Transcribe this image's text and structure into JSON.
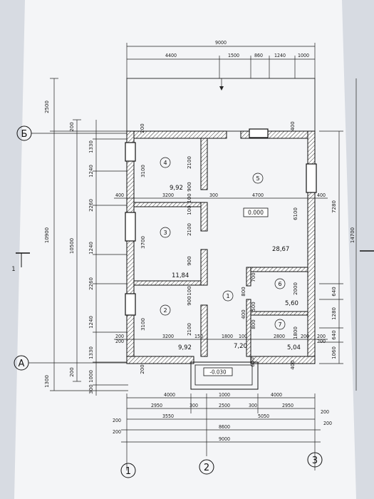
{
  "overall": {
    "top_total": "9000",
    "bottom_total": "9000",
    "left_total": "10900",
    "right_total": "14700"
  },
  "top_dims": {
    "d1": "4400",
    "d2": "1500",
    "d3": "860",
    "d4": "1240",
    "d5": "1000"
  },
  "left_outer": {
    "d1": "2500",
    "d2": "1300"
  },
  "left_mid": {
    "total": "10500",
    "d1": "200",
    "d2": "200"
  },
  "left_inner": {
    "d1": "1330",
    "d2": "1240",
    "d3": "2260",
    "d4": "1240",
    "d5": "2260",
    "d6": "1240",
    "d7": "1330",
    "d8": "1000",
    "d9": "300"
  },
  "right_dims": {
    "total": "7280",
    "d1": "640",
    "d2": "1280",
    "d3": "640",
    "d4": "1060"
  },
  "rooms": {
    "r1": {
      "num": "1",
      "area": "7,20"
    },
    "r2": {
      "num": "2",
      "area": "9,92"
    },
    "r3": {
      "num": "3",
      "area": "11,84"
    },
    "r4": {
      "num": "4",
      "area": "9,92"
    },
    "r5": {
      "num": "5",
      "area": "28,67"
    },
    "r6": {
      "num": "6",
      "area": "5,60"
    },
    "r7": {
      "num": "7",
      "area": "5,04"
    }
  },
  "levels": {
    "floor": "0.000",
    "porch": "-0.030"
  },
  "interior": {
    "w400a": "400",
    "w3200a": "3200",
    "w300": "300",
    "w4700": "4700",
    "w400b": "400",
    "h3100a": "3100",
    "h2100a": "2100",
    "h900a": "900",
    "h100a": "100",
    "h3700": "3700",
    "h2100b": "2100",
    "h900b": "900",
    "h100b": "100",
    "h3100b": "3100",
    "h2100c": "2100",
    "h900c": "900",
    "h100c": "100",
    "h6100": "6100",
    "h700": "700",
    "h800a": "800",
    "h400": "400",
    "h500": "500",
    "h800b": "800",
    "h2000": "2000",
    "h1800": "1800",
    "w200a": "200",
    "w3200b": "3200",
    "w150": "150",
    "w1800": "1800",
    "w100": "100",
    "w2800": "2800",
    "w200b": "200",
    "w200c": "200",
    "w200d": "200",
    "w200e": "200",
    "w200f": "200",
    "w600": "600",
    "w400c": "400",
    "w400d": "400",
    "w200g": "200"
  },
  "bottom_dims": {
    "r1": {
      "d1": "4000",
      "d2": "1000",
      "d3": "4000"
    },
    "r2": {
      "d1": "2950",
      "d2": "300",
      "d3": "2500",
      "d4": "300",
      "d5": "2950"
    },
    "r3": {
      "d1": "3550",
      "d2": "5050",
      "d3": "200"
    },
    "r4": {
      "d1": "200",
      "d2": "8600",
      "d3": "200"
    },
    "r5": {
      "d1": "200"
    }
  },
  "axes": {
    "a1": "1",
    "a2": "2",
    "a3": "3",
    "aA": "А",
    "aB": "Б"
  },
  "section": {
    "label": "1"
  }
}
